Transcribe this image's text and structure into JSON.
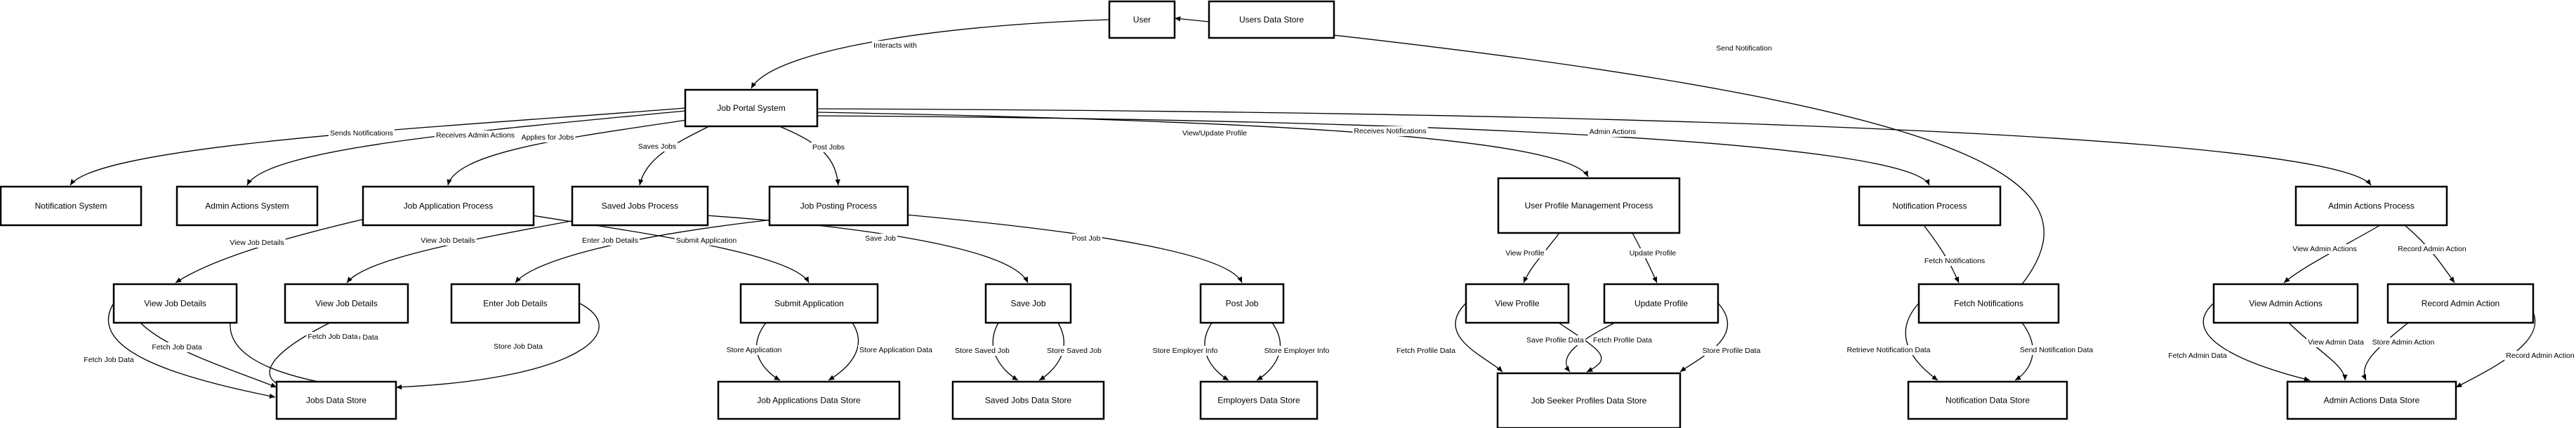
{
  "diagram": {
    "nodes": [
      {
        "id": "user",
        "label": "User"
      },
      {
        "id": "users_ds",
        "label": "Users Data Store"
      },
      {
        "id": "portal",
        "label": "Job Portal System"
      },
      {
        "id": "notif_sys",
        "label": "Notification System"
      },
      {
        "id": "admin_sys",
        "label": "Admin Actions System"
      },
      {
        "id": "jap",
        "label": "Job Application Process"
      },
      {
        "id": "sjp",
        "label": "Saved Jobs Process"
      },
      {
        "id": "jpp",
        "label": "Job Posting Process"
      },
      {
        "id": "upm",
        "label": "User Profile Management Process"
      },
      {
        "id": "np",
        "label": "Notification Process"
      },
      {
        "id": "aap",
        "label": "Admin Actions Process"
      },
      {
        "id": "vjd1",
        "label": "View Job Details"
      },
      {
        "id": "vjd2",
        "label": "View Job Details"
      },
      {
        "id": "ejd",
        "label": "Enter Job Details"
      },
      {
        "id": "sa",
        "label": "Submit Application"
      },
      {
        "id": "sj",
        "label": "Save Job"
      },
      {
        "id": "pj",
        "label": "Post Job"
      },
      {
        "id": "vp",
        "label": "View Profile"
      },
      {
        "id": "up",
        "label": "Update Profile"
      },
      {
        "id": "fn",
        "label": "Fetch Notifications"
      },
      {
        "id": "vaa",
        "label": "View Admin Actions"
      },
      {
        "id": "raa",
        "label": "Record Admin Action"
      },
      {
        "id": "jobs_ds",
        "label": "Jobs Data Store"
      },
      {
        "id": "ja_ds",
        "label": "Job Applications Data Store"
      },
      {
        "id": "sj_ds",
        "label": "Saved Jobs Data Store"
      },
      {
        "id": "emp_ds",
        "label": "Employers Data Store"
      },
      {
        "id": "jsp_ds",
        "label": "Job Seeker Profiles Data Store"
      },
      {
        "id": "notif_ds",
        "label": "Notification Data Store"
      },
      {
        "id": "admin_ds",
        "label": "Admin Actions Data Store"
      }
    ],
    "edges": [
      {
        "from": "user",
        "to": "portal",
        "label": "Interacts with"
      },
      {
        "from": "portal",
        "to": "notif_sys",
        "label": "Sends Notifications"
      },
      {
        "from": "portal",
        "to": "admin_sys",
        "label": "Receives Admin Actions"
      },
      {
        "from": "portal",
        "to": "jap",
        "label": "Applies for Jobs"
      },
      {
        "from": "portal",
        "to": "sjp",
        "label": "Saves Jobs"
      },
      {
        "from": "portal",
        "to": "jpp",
        "label": "Post Jobs"
      },
      {
        "from": "portal",
        "to": "upm",
        "label": "View/Update Profile"
      },
      {
        "from": "portal",
        "to": "np",
        "label": "Receives Notifications"
      },
      {
        "from": "portal",
        "to": "aap",
        "label": "Admin Actions"
      },
      {
        "from": "fn",
        "to": "user",
        "label": "Send Notification"
      },
      {
        "from": "jap",
        "to": "vjd1",
        "label": "View Job Details"
      },
      {
        "from": "sjp",
        "to": "vjd2",
        "label": "View Job Details"
      },
      {
        "from": "jpp",
        "to": "ejd",
        "label": "Enter Job Details"
      },
      {
        "from": "jap",
        "to": "sa",
        "label": "Submit Application"
      },
      {
        "from": "sjp",
        "to": "sj",
        "label": "Save Job"
      },
      {
        "from": "jpp",
        "to": "pj",
        "label": "Post Job"
      },
      {
        "from": "vjd1",
        "to": "jobs_ds",
        "label": "Fetch Job Data"
      },
      {
        "from": "vjd1",
        "to": "jobs_ds",
        "label": "Fetch Job Data"
      },
      {
        "from": "vjd2",
        "to": "jobs_ds",
        "label": "Fetch Job Data"
      },
      {
        "from": "vjd2",
        "to": "jobs_ds",
        "label": "Fetch Job Data"
      },
      {
        "from": "ejd",
        "to": "jobs_ds",
        "label": "Store Job Data"
      },
      {
        "from": "sa",
        "to": "ja_ds",
        "label": "Store Application"
      },
      {
        "from": "sa",
        "to": "ja_ds",
        "label": "Store Application Data"
      },
      {
        "from": "sj",
        "to": "sj_ds",
        "label": "Store Saved Job"
      },
      {
        "from": "sj",
        "to": "sj_ds",
        "label": "Store Saved Job"
      },
      {
        "from": "pj",
        "to": "emp_ds",
        "label": "Store Employer Info"
      },
      {
        "from": "pj",
        "to": "emp_ds",
        "label": "Store Employer Info"
      },
      {
        "from": "upm",
        "to": "vp",
        "label": "View Profile"
      },
      {
        "from": "upm",
        "to": "up",
        "label": "Update Profile"
      },
      {
        "from": "vp",
        "to": "jsp_ds",
        "label": "Fetch Profile Data"
      },
      {
        "from": "vp",
        "to": "jsp_ds",
        "label": "Fetch Profile Data"
      },
      {
        "from": "up",
        "to": "jsp_ds",
        "label": "Save Profile Data"
      },
      {
        "from": "up",
        "to": "jsp_ds",
        "label": "Store Profile Data"
      },
      {
        "from": "np",
        "to": "fn",
        "label": "Fetch Notifications"
      },
      {
        "from": "fn",
        "to": "notif_ds",
        "label": "Retrieve Notification Data"
      },
      {
        "from": "fn",
        "to": "notif_ds",
        "label": "Send Notification Data"
      },
      {
        "from": "aap",
        "to": "vaa",
        "label": "View Admin Actions"
      },
      {
        "from": "aap",
        "to": "raa",
        "label": "Record Admin Action"
      },
      {
        "from": "vaa",
        "to": "admin_ds",
        "label": "Fetch Admin Data"
      },
      {
        "from": "vaa",
        "to": "admin_ds",
        "label": "View Admin Data"
      },
      {
        "from": "raa",
        "to": "admin_ds",
        "label": "Store Admin Action"
      },
      {
        "from": "raa",
        "to": "admin_ds",
        "label": "Record Admin Action"
      }
    ]
  }
}
